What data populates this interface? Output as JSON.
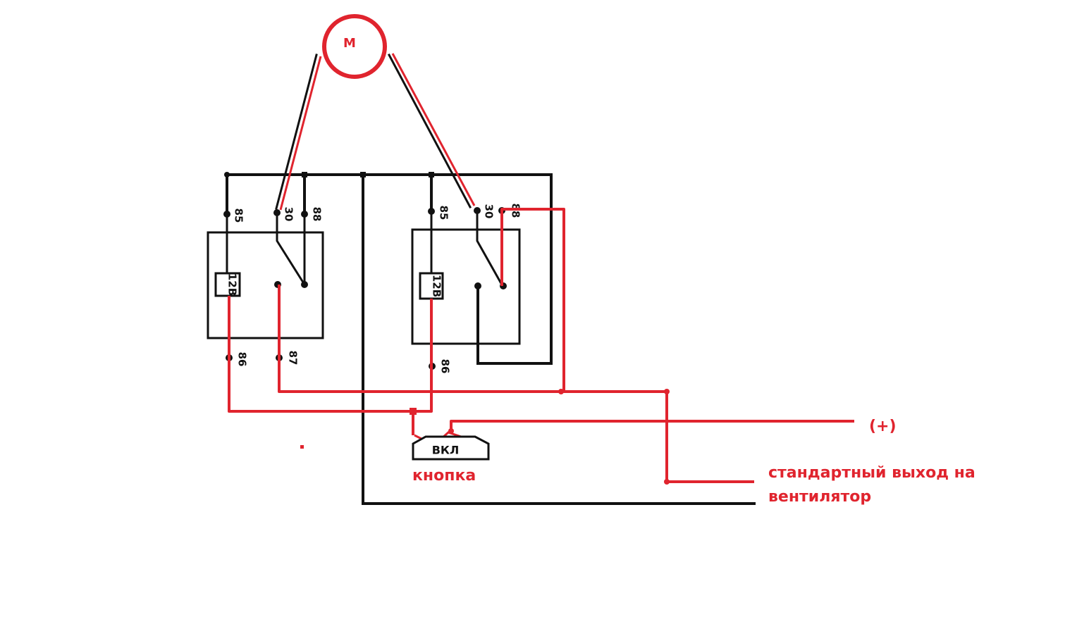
{
  "colors": {
    "wire_black": "#111111",
    "wire_red": "#e0242e",
    "background": "#ffffff"
  },
  "motor": {
    "label": "M"
  },
  "relays": [
    {
      "pins": {
        "p85": "85",
        "p30": "30",
        "p88": "88",
        "p86": "86",
        "p87": "87"
      },
      "coil_label": "12В"
    },
    {
      "pins": {
        "p85": "85",
        "p30": "30",
        "p88": "88",
        "p86": "86"
      },
      "coil_label": "12В"
    }
  ],
  "button": {
    "label": "ВКЛ",
    "caption": "кнопка"
  },
  "labels": {
    "plus": "(+)",
    "fan_output_line1": "стандартный выход на",
    "fan_output_line2": "вентилятор"
  }
}
